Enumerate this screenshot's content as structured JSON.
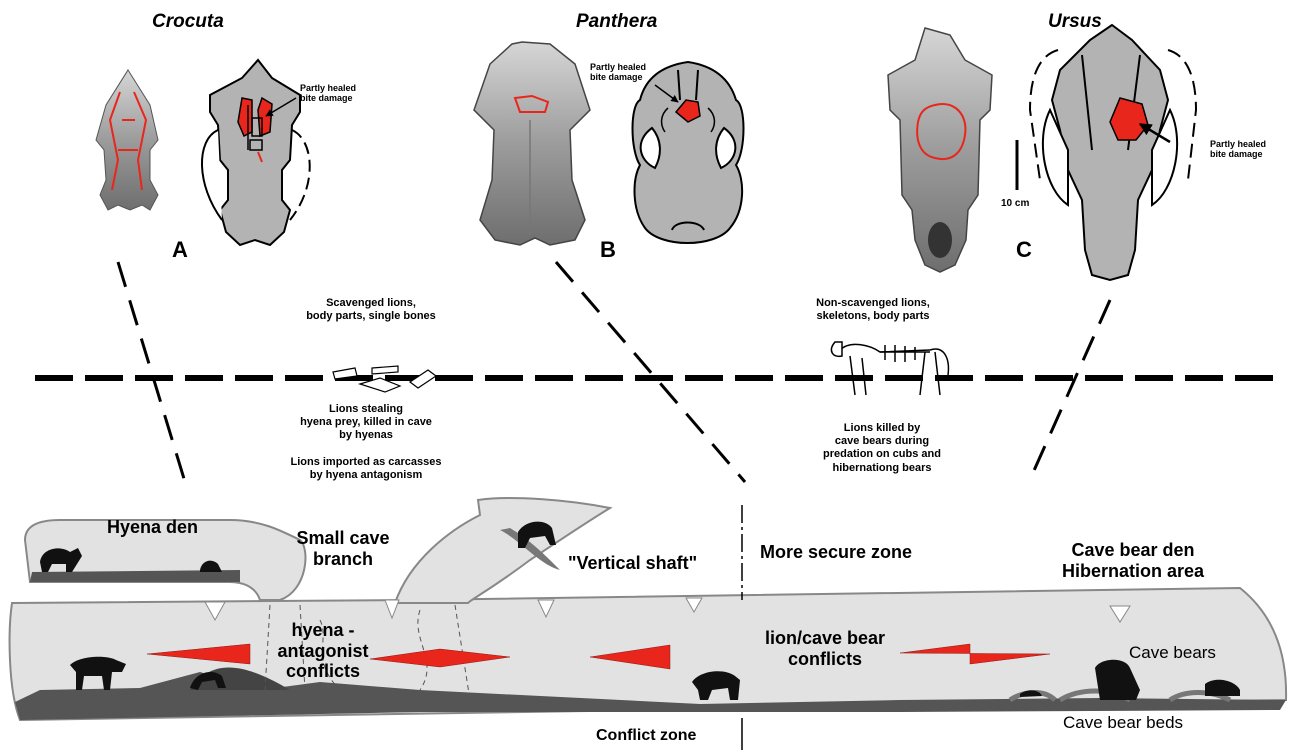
{
  "genera": {
    "crocuta": "Crocuta",
    "panthera": "Panthera",
    "ursus": "Ursus"
  },
  "panels": {
    "a": "A",
    "b": "B",
    "c": "C"
  },
  "bite_label_line1": "Partly healed",
  "bite_label_line2": "bite damage",
  "scale_label": "10 cm",
  "notes": {
    "scavenged_1": "Scavenged lions,",
    "scavenged_2": "body parts, single bones",
    "non_scavenged_1": "Non-scavenged lions,",
    "non_scavenged_2": "skeletons, body parts",
    "stealing_1": "Lions stealing",
    "stealing_2": "hyena prey, killed in cave",
    "stealing_3": "by hyenas",
    "imported_1": "Lions imported as carcasses",
    "imported_2": "by hyena antagonism",
    "killed_1": "Lions killed by",
    "killed_2": "cave bears during",
    "killed_3": "predation on cubs and",
    "killed_4": "hibernationg bears"
  },
  "cave": {
    "hyena_den": "Hyena den",
    "small_branch_1": "Small cave",
    "small_branch_2": "branch",
    "vertical_shaft": "\"Vertical shaft\"",
    "secure_zone": "More secure zone",
    "bear_den_1": "Cave bear den",
    "bear_den_2": "Hibernation area",
    "hyena_conflict_1": "hyena -",
    "hyena_conflict_2": "antagonist",
    "hyena_conflict_3": "conflicts",
    "lion_conflict_1": "lion/cave bear",
    "lion_conflict_2": "conflicts",
    "cave_bears": "Cave bears",
    "cave_bear_beds": "Cave bear beds",
    "conflict_zone": "Conflict zone"
  },
  "colors": {
    "damage": "#e8261c",
    "cave_fill": "#e2e2e2",
    "skull_fill": "#b3b3b3",
    "floor": "#555555",
    "photo_bone": "#9a9a9a",
    "silhouette": "#111111"
  }
}
